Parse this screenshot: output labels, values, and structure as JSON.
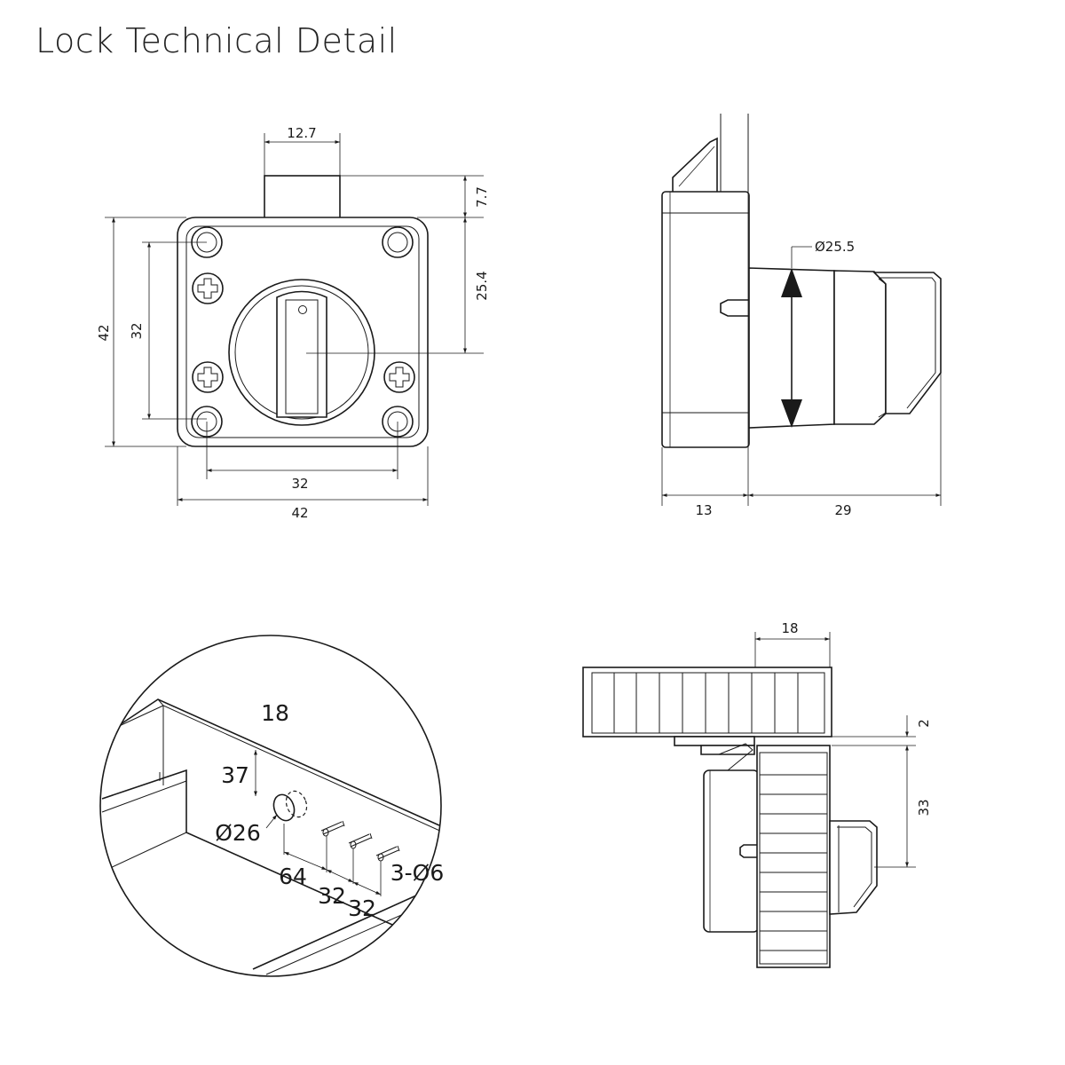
{
  "title": "Lock Technical Detail",
  "front_view": {
    "bolt_width": "12.7",
    "bolt_height": "7.7",
    "bolt_to_center": "25.4",
    "overall_height": "42",
    "hole_spacing_vertical": "32",
    "hole_spacing_horizontal": "32",
    "overall_width": "42"
  },
  "side_view": {
    "knob_diameter": "Ø25.5",
    "body_depth": "13",
    "knob_depth": "29"
  },
  "install_detail": {
    "panel_thickness": "18",
    "hole_offset": "37",
    "hole_diameter": "Ø26",
    "hole_spacing_1": "64",
    "hole_spacing_2": "32",
    "hole_spacing_3": "32",
    "screw_holes": "3-Ø6"
  },
  "mounted_view": {
    "panel_thickness": "18",
    "gap": "2",
    "door_offset": "33"
  }
}
